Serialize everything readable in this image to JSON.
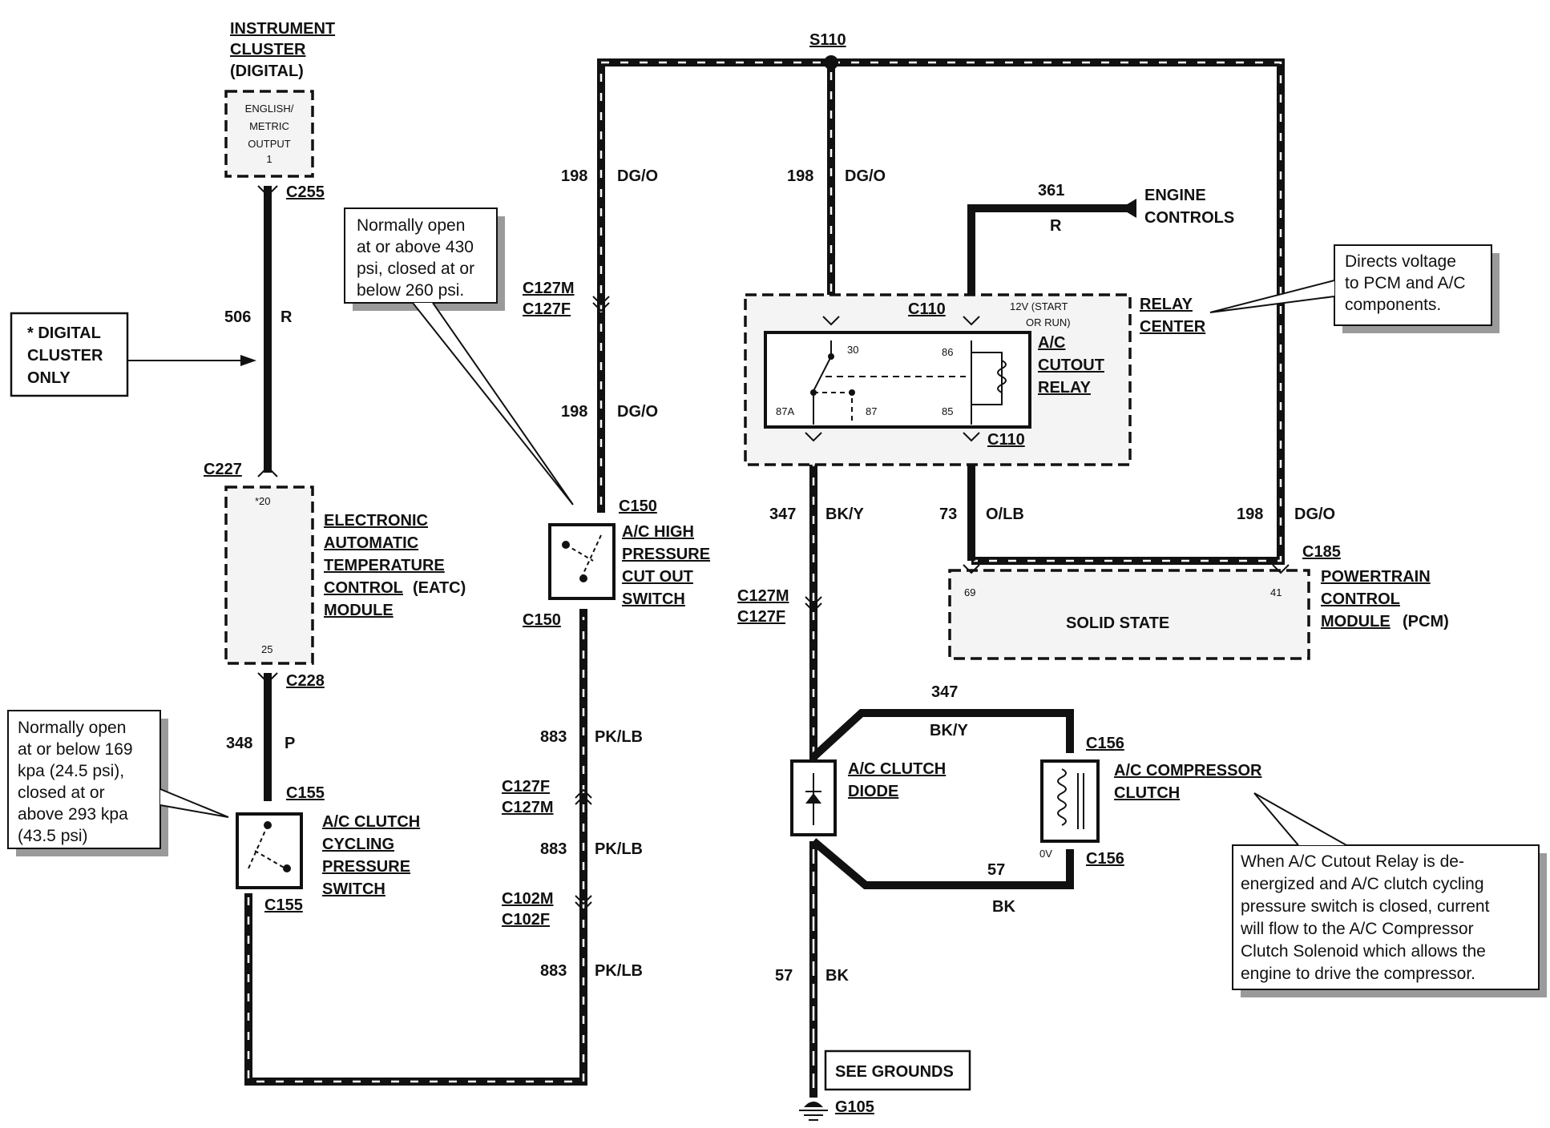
{
  "components": {
    "instrument_cluster": {
      "title_1": "INSTRUMENT",
      "title_2": "CLUSTER",
      "title_3": "(DIGITAL)",
      "inner_1": "ENGLISH/",
      "inner_2": "METRIC",
      "inner_3": "OUTPUT",
      "inner_4": "1"
    },
    "digital_cluster_note": {
      "line_1": "* DIGITAL",
      "line_2": "CLUSTER",
      "line_3": "ONLY"
    },
    "eatc": {
      "line_1": "ELECTRONIC",
      "line_2": "AUTOMATIC",
      "line_3": "TEMPERATURE",
      "line_4": "CONTROL",
      "line_4b": "(EATC)",
      "line_5": "MODULE",
      "pin_top": "*20",
      "pin_bottom": "25"
    },
    "clutch_cycling_switch": {
      "line_1": "A/C CLUTCH",
      "line_2": "CYCLING",
      "line_3": "PRESSURE",
      "line_4": "SWITCH"
    },
    "high_pressure_switch": {
      "line_1": "A/C HIGH",
      "line_2": "PRESSURE",
      "line_3": "CUT OUT",
      "line_4": "SWITCH"
    },
    "relay_center": {
      "line_1": "RELAY",
      "line_2": "CENTER",
      "power_1": "12V (START",
      "power_2": "OR RUN)"
    },
    "cutout_relay": {
      "line_1": "A/C",
      "line_2": "CUTOUT",
      "line_3": "RELAY",
      "pin_30": "30",
      "pin_86": "86",
      "pin_87a": "87A",
      "pin_87": "87",
      "pin_85": "85"
    },
    "engine_controls": {
      "line_1": "ENGINE",
      "line_2": "CONTROLS"
    },
    "pcm": {
      "line_1": "POWERTRAIN",
      "line_2": "CONTROL",
      "line_3": "MODULE",
      "line_3b": "(PCM)",
      "center": "SOLID STATE",
      "pin_69": "69",
      "pin_41": "41"
    },
    "clutch_diode": {
      "line_1": "A/C CLUTCH",
      "line_2": "DIODE"
    },
    "compressor_clutch": {
      "line_1": "A/C COMPRESSOR",
      "line_2": "CLUTCH",
      "volt": "0V"
    },
    "grounds": {
      "button": "SEE GROUNDS",
      "label": "G105"
    }
  },
  "connectors": {
    "c255": "C255",
    "c227": "C227",
    "c228": "C228",
    "c155a": "C155",
    "c155b": "C155",
    "c127m_1": "C127M",
    "c127f_1": "C127F",
    "c150a": "C150",
    "c150b": "C150",
    "c127f_2": "C127F",
    "c127m_2": "C127M",
    "c102m": "C102M",
    "c102f": "C102F",
    "s110": "S110",
    "c110a": "C110",
    "c110b": "C110",
    "c127m_3": "C127M",
    "c127f_3": "C127F",
    "c185": "C185",
    "c156a": "C156",
    "c156b": "C156"
  },
  "wires": {
    "w506": {
      "num": "506",
      "color": "R"
    },
    "w348": {
      "num": "348",
      "color": "P"
    },
    "w198_left": {
      "num": "198",
      "color": "DG/O"
    },
    "w198_left2": {
      "num": "198",
      "color": "DG/O"
    },
    "w198_mid": {
      "num": "198",
      "color": "DG/O"
    },
    "w198_right": {
      "num": "198",
      "color": "DG/O"
    },
    "w361": {
      "num": "361",
      "color": "R"
    },
    "w347": {
      "num": "347",
      "color": "BK/Y"
    },
    "w347_top": {
      "num": "347",
      "color": "BK/Y"
    },
    "w73": {
      "num": "73",
      "color": "O/LB"
    },
    "w883_1": {
      "num": "883",
      "color": "PK/LB"
    },
    "w883_2": {
      "num": "883",
      "color": "PK/LB"
    },
    "w883_3": {
      "num": "883",
      "color": "PK/LB"
    },
    "w57": {
      "num": "57",
      "color": "BK"
    },
    "w57_bottom": {
      "num": "57",
      "color": "BK"
    }
  },
  "notes": {
    "high_pressure": [
      "Normally open",
      "at or above 430",
      "psi, closed at or",
      "below 260 psi."
    ],
    "cycling": [
      "Normally open",
      "at or below 169",
      "kpa (24.5 psi),",
      "closed   at   or",
      "above 293 kpa",
      "(43.5 psi)"
    ],
    "relay_center": [
      "Directs voltage",
      "to PCM and A/C",
      "components."
    ],
    "cutout": [
      "When A/C Cutout Relay is  de-",
      "energized and A/C clutch cycling",
      "pressure switch is closed, current",
      "will flow to the  A/C Compressor",
      "Clutch Solenoid which allows the",
      "engine to drive the compressor."
    ]
  }
}
